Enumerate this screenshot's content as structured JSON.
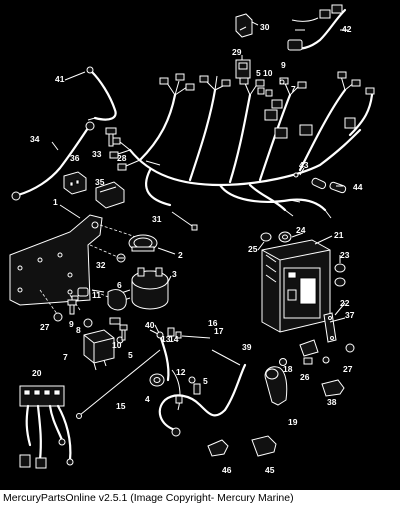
{
  "footer": {
    "text": "MercuryPartsOnline v2.5.1 (Image Copyright- Mercury Marine)"
  },
  "callouts": {
    "c1": "1",
    "c2": "2",
    "c3": "3",
    "c4": "4",
    "c5a": "5",
    "c5b": "5",
    "c5c": "5",
    "c6": "6",
    "c7": "7",
    "c7b": "7",
    "c8": "8",
    "c9": "9",
    "c9b": "9",
    "c10": "10",
    "c10b": "10",
    "c11": "11",
    "c12": "12",
    "c13": "13",
    "c14": "14",
    "c15": "15",
    "c16": "16",
    "c17": "17",
    "c18": "18",
    "c19": "19",
    "c20": "20",
    "c21": "21",
    "c22": "22",
    "c23": "23",
    "c24": "24",
    "c25": "25",
    "c26": "26",
    "c27a": "27",
    "c27b": "27",
    "c28": "28",
    "c29": "29",
    "c30": "30",
    "c31": "31",
    "c32": "32",
    "c33": "33",
    "c34": "34",
    "c35": "35",
    "c36": "36",
    "c37": "37",
    "c38": "38",
    "c39": "39",
    "c40": "40",
    "c41": "41",
    "c42": "42",
    "c43": "43",
    "c44": "44",
    "c45": "45",
    "c46": "46"
  }
}
